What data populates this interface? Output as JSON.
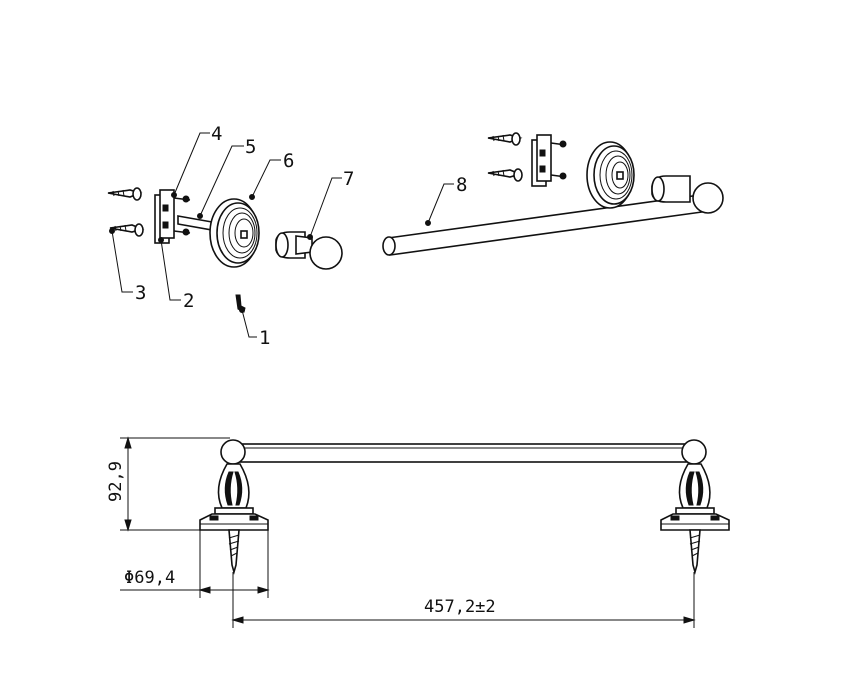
{
  "callouts": [
    {
      "id": "1",
      "label": "1"
    },
    {
      "id": "2",
      "label": "2"
    },
    {
      "id": "3",
      "label": "3"
    },
    {
      "id": "4",
      "label": "4"
    },
    {
      "id": "5",
      "label": "5"
    },
    {
      "id": "6",
      "label": "6"
    },
    {
      "id": "7",
      "label": "7"
    },
    {
      "id": "8",
      "label": "8"
    }
  ],
  "dimensions": {
    "height": "92,9",
    "base_diameter": "Φ69,4",
    "length": "457,2±2"
  }
}
